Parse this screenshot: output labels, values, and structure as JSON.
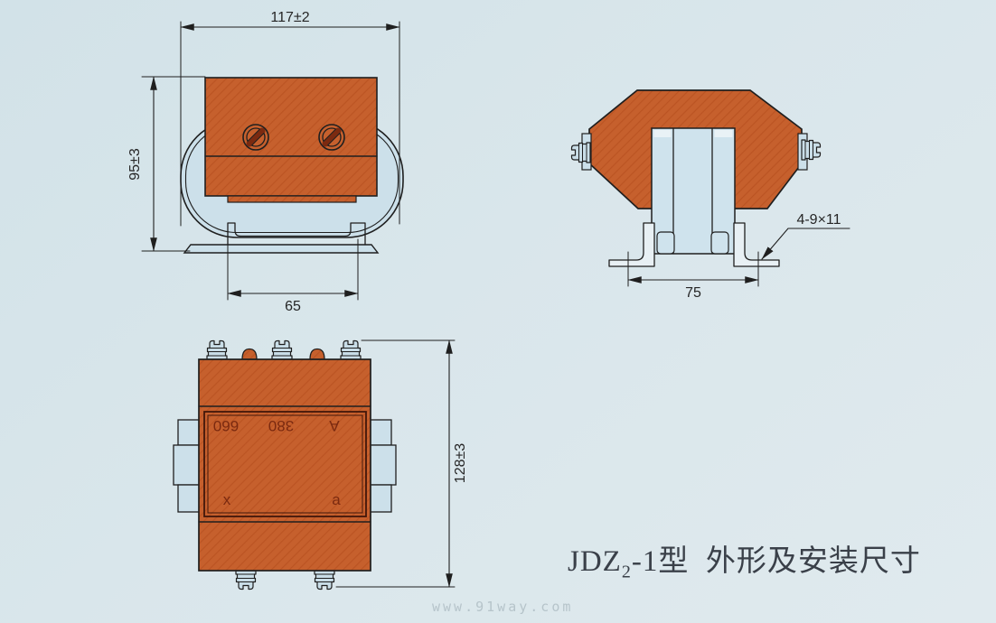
{
  "title": {
    "prefix": "JDZ",
    "sub": "2",
    "suffix": "-1型  外形及安装尺寸"
  },
  "watermark": "www.91way.com",
  "colors": {
    "background": "#d9e6eb",
    "body_orange": "#c6602d",
    "component_blue": "#cce0ea",
    "line": "#1f1f1f",
    "nameplate_text": "#7b2a10"
  },
  "views": {
    "front": {
      "label": "front-view",
      "dims": {
        "width": "117±2",
        "height": "95±3",
        "foot_span": "65"
      }
    },
    "side": {
      "label": "side-view",
      "dims": {
        "foot_span": "75",
        "mount_holes": "4-9×11"
      }
    },
    "bottom": {
      "label": "bottom-view",
      "dims": {
        "height": "128±3"
      },
      "nameplate": {
        "row1": [
          "660",
          "380",
          "A"
        ],
        "row2": [
          "x",
          "a"
        ]
      }
    }
  }
}
